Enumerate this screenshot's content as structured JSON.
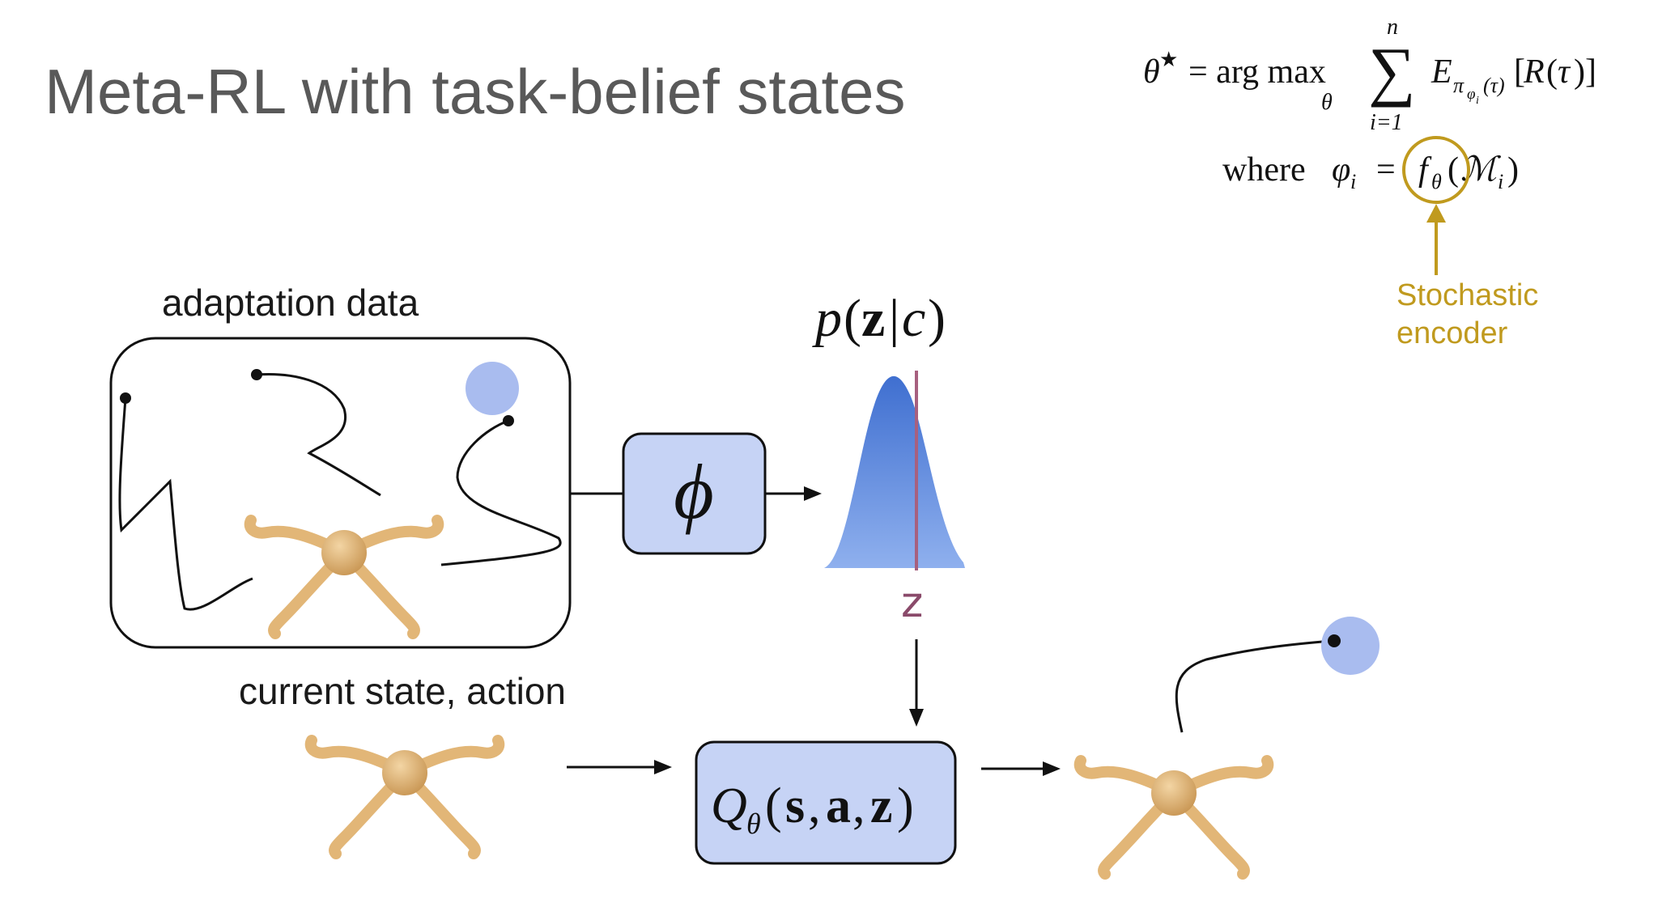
{
  "slide": {
    "title": "Meta-RL with task-belief states",
    "labels": {
      "adaptation_data": "adaptation data",
      "current_state_action": "current state, action",
      "annotation_line1": "Stochastic",
      "annotation_line2": "encoder",
      "z_label": "z"
    },
    "math": {
      "objective_lhs": "θ* = arg max",
      "objective_under_max": "θ",
      "sum_top": "n",
      "sum_bottom": "i=1",
      "objective_rhs": "E π φi (τ) [R(τ)]",
      "where_line": "where φi = fθ(ℳi)",
      "posterior": "p(z|c)",
      "encoder_symbol": "ϕ",
      "q_function": "Qθ(s, a, z)"
    },
    "colors": {
      "title": "#595959",
      "accent_gold": "#c09a1e",
      "box_fill": "#c6d3f5",
      "goal_blue": "#a9bcef",
      "gaussian_blue": "#5a86d8",
      "z_line": "#a7607f",
      "ant_tan": "#e4b678"
    },
    "icons": [
      "ant-robot-icon",
      "goal-dot-icon",
      "trajectory-curve"
    ]
  }
}
